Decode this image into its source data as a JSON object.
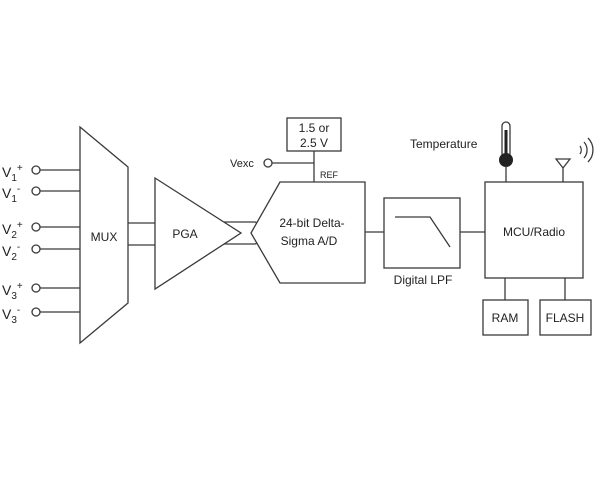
{
  "inputs": [
    {
      "base": "V",
      "sub": "1",
      "sup": "+"
    },
    {
      "base": "V",
      "sub": "1",
      "sup": "-"
    },
    {
      "base": "V",
      "sub": "2",
      "sup": "+"
    },
    {
      "base": "V",
      "sub": "2",
      "sup": "-"
    },
    {
      "base": "V",
      "sub": "3",
      "sup": "+"
    },
    {
      "base": "V",
      "sub": "3",
      "sup": "-"
    }
  ],
  "blocks": {
    "mux": "MUX",
    "pga": "PGA",
    "adc_line1": "24-bit Delta-",
    "adc_line2": "Sigma A/D",
    "ref_line1": "1.5 or",
    "ref_line2": "2.5 V",
    "ref_label": "REF",
    "vexc": "Vexc",
    "lpf": "Digital LPF",
    "mcu": "MCU/Radio",
    "ram": "RAM",
    "flash": "FLASH",
    "temperature": "Temperature"
  },
  "icons": [
    "thermometer-icon",
    "antenna-icon",
    "radio-waves-icon",
    "lowpass-response-icon"
  ]
}
